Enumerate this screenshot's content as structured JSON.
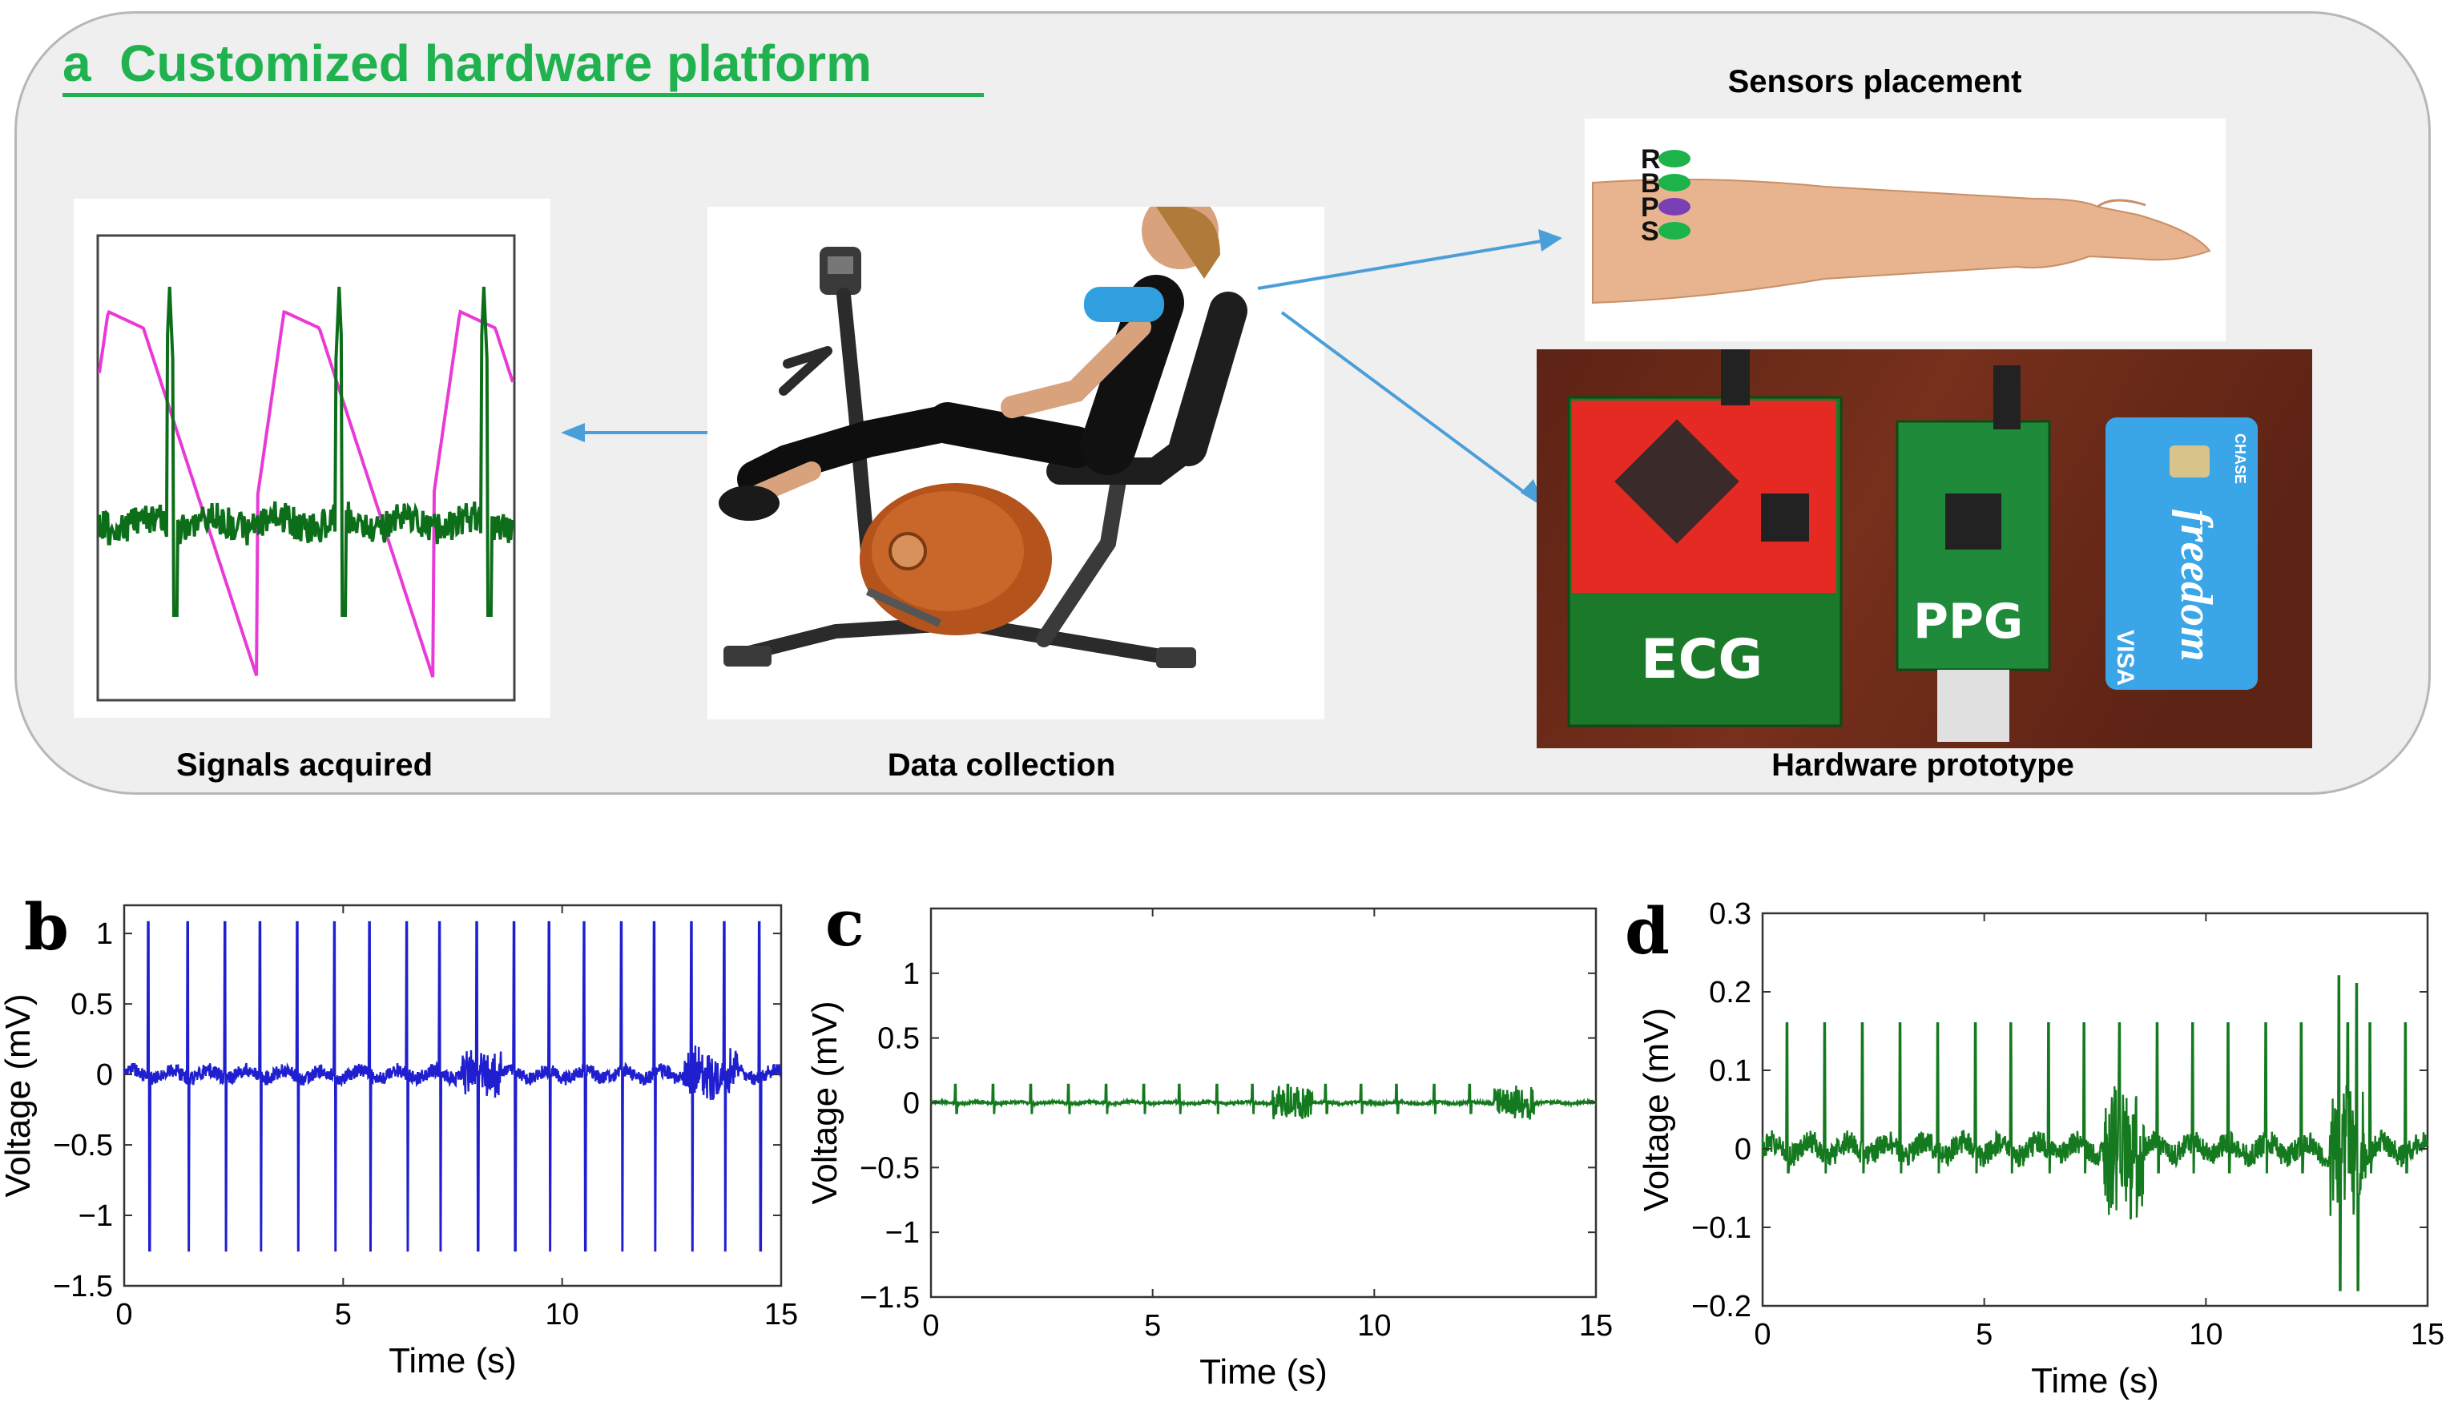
{
  "panel_a": {
    "letter": "a",
    "title": "Customized hardware platform",
    "captions": {
      "signals": "Signals acquired",
      "data_collection": "Data collection",
      "sensors": "Sensors placement",
      "hardware": "Hardware prototype"
    },
    "sensor_letters": [
      "R",
      "B",
      "P",
      "S"
    ],
    "sensor_colors": [
      "#1bb34a",
      "#1bb34a",
      "#7b3fb5",
      "#1bb34a"
    ],
    "board_labels": {
      "ecg": "ECG",
      "ppg": "PPG"
    },
    "card_text": {
      "brand": "freedom",
      "network": "VISA",
      "bank": "CHASE"
    },
    "colors": {
      "accent": "#1fb24f",
      "arrow": "#4a9fd8",
      "ppg_wave": "#e83ad6",
      "ecg_wave": "#0d6e1a"
    }
  },
  "panel_letters": {
    "b": "b",
    "c": "c",
    "d": "d"
  },
  "chart_data": [
    {
      "id": "b",
      "type": "line",
      "xlabel": "Time (s)",
      "ylabel": "Voltage (mV)",
      "xlim": [
        0,
        15
      ],
      "ylim": [
        -1.5,
        1.2
      ],
      "xticks": [
        0,
        5,
        10,
        15
      ],
      "yticks": [
        -1.5,
        -1,
        -0.5,
        0,
        0.5,
        1
      ],
      "ytick_labels": [
        "−1.5",
        "−1",
        "−0.5",
        "0",
        "0.5",
        "1"
      ],
      "grid": false,
      "color": "#1f1fd0",
      "series": [
        {
          "peaks_x": [
            0.55,
            1.45,
            2.3,
            3.1,
            3.95,
            4.8,
            5.6,
            6.45,
            7.2,
            8.05,
            8.9,
            9.7,
            10.5,
            11.35,
            12.1,
            12.95,
            13.7,
            14.5
          ],
          "peak_max": 1.08,
          "trough_min": -1.25,
          "baseline": 0.0,
          "noise": 0.05,
          "noisy_intervals": [
            [
              7.7,
              8.6
            ],
            [
              12.8,
              14.0
            ]
          ]
        }
      ]
    },
    {
      "id": "c",
      "type": "line",
      "xlabel": "Time (s)",
      "ylabel": "Voltage (mV)",
      "xlim": [
        0,
        15
      ],
      "ylim": [
        -1.5,
        1.5
      ],
      "xticks": [
        0,
        5,
        10,
        15
      ],
      "yticks": [
        -1.5,
        -1,
        -0.5,
        0,
        0.5,
        1
      ],
      "ytick_labels": [
        "−1.5",
        "−1",
        "−0.5",
        "0",
        "0.5",
        "1"
      ],
      "grid": false,
      "color": "#157a1f",
      "series": [
        {
          "peaks_x": [
            0.55,
            1.4,
            2.25,
            3.1,
            3.95,
            4.8,
            5.6,
            6.45,
            7.25,
            8.05,
            8.9,
            9.7,
            10.5,
            11.35,
            12.15
          ],
          "peak_max": 0.14,
          "trough_min": -0.08,
          "baseline": 0.0,
          "noise": 0.01,
          "noisy_intervals": [
            [
              7.7,
              8.6
            ],
            [
              12.7,
              13.6
            ]
          ],
          "noise_burst": 0.12
        }
      ]
    },
    {
      "id": "d",
      "type": "line",
      "xlabel": "Time (s)",
      "ylabel": "Voltage (mV)",
      "xlim": [
        0,
        15
      ],
      "ylim": [
        -0.2,
        0.3
      ],
      "xticks": [
        0,
        5,
        10,
        15
      ],
      "yticks": [
        -0.2,
        -0.1,
        0,
        0.1,
        0.2,
        0.3
      ],
      "ytick_labels": [
        "−0.2",
        "−0.1",
        "0",
        "0.1",
        "0.2",
        "0.3"
      ],
      "grid": false,
      "color": "#157a1f",
      "series": [
        {
          "peaks_x": [
            0.55,
            1.4,
            2.25,
            3.1,
            3.95,
            4.8,
            5.6,
            6.45,
            7.25,
            8.05,
            8.9,
            9.7,
            10.5,
            11.35,
            12.15,
            13.2,
            13.7,
            14.5
          ],
          "peak_max": 0.16,
          "trough_min": -0.03,
          "baseline": 0.0,
          "noise": 0.015,
          "noisy_intervals": [
            [
              7.7,
              8.6
            ],
            [
              12.8,
              13.6
            ]
          ],
          "noise_burst": 0.08,
          "extreme_peaks": [
            [
              13.0,
              0.22,
              -0.18
            ],
            [
              13.4,
              0.21,
              -0.18
            ]
          ]
        }
      ]
    }
  ]
}
